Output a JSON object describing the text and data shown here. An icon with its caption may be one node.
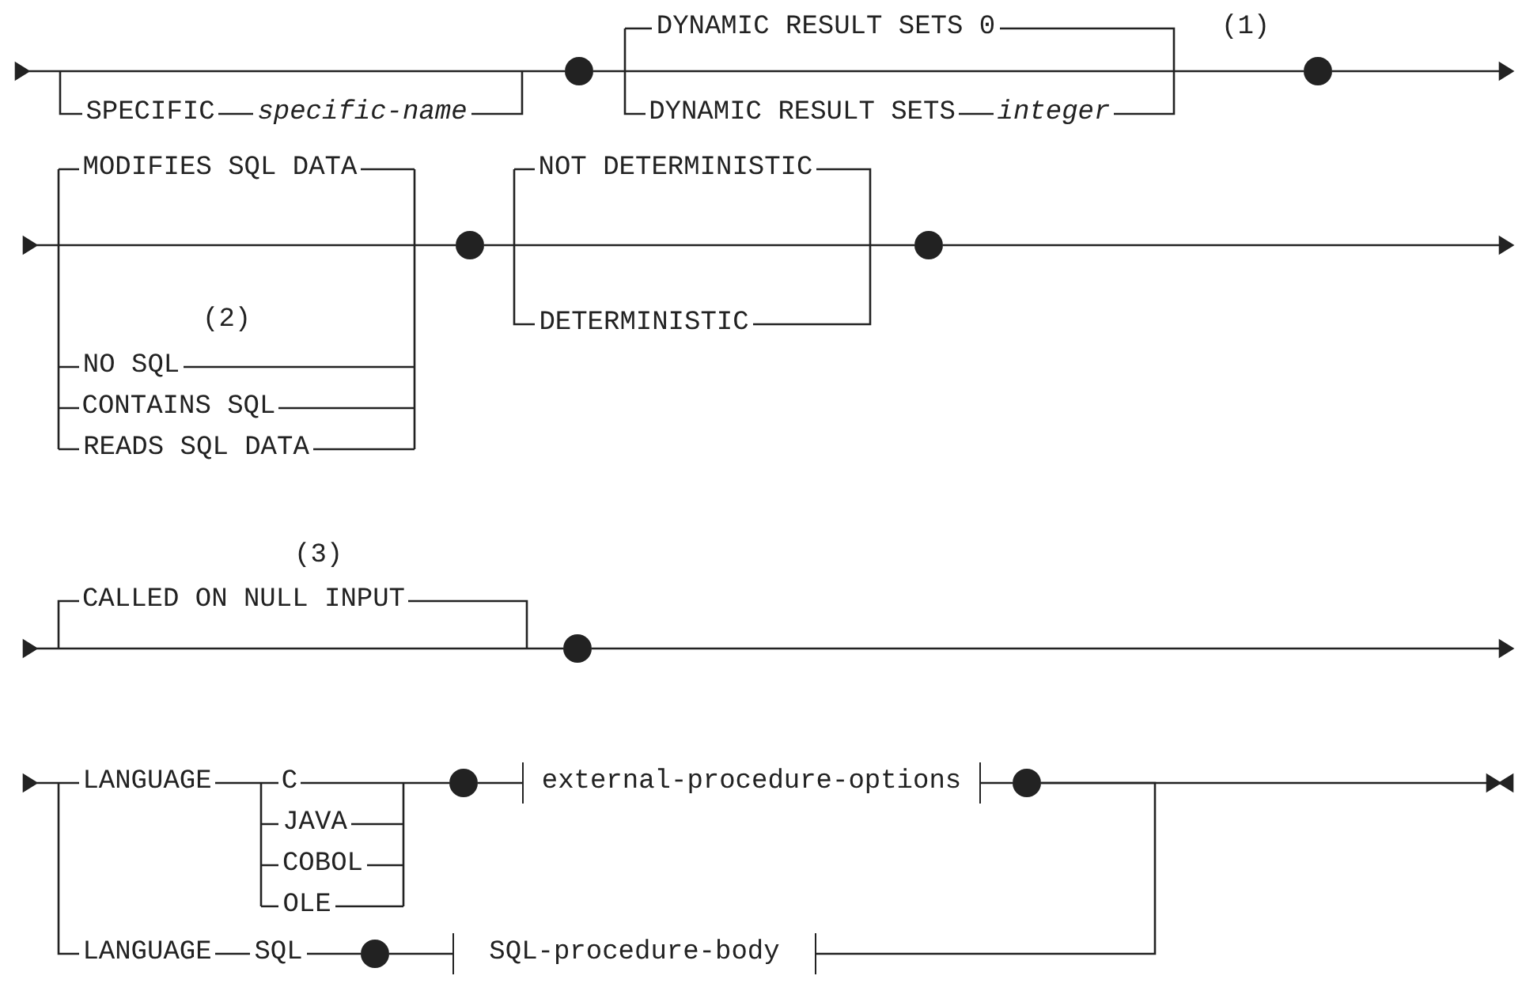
{
  "diagram": {
    "nodes": [
      {
        "text": [
          "SPECIFIC"
        ]
      },
      {
        "text": [
          "specific-name"
        ]
      },
      {
        "text": [],
        "shape": "circle"
      },
      {
        "text": [
          "DYNAMIC RESULT SETS 0"
        ]
      },
      {
        "text": [
          "DYNAMIC RESULT SETS"
        ]
      },
      {
        "text": [
          "integer"
        ]
      },
      {
        "text": [],
        "shape": "circle"
      },
      {
        "text": [
          "MODIFIES SQL DATA"
        ]
      },
      {
        "text": [
          "NO SQL"
        ]
      },
      {
        "text": [
          "CONTAINS SQL"
        ]
      },
      {
        "text": [
          "READS SQL DATA"
        ]
      },
      {
        "text": [],
        "shape": "circle"
      },
      {
        "text": [
          "NOT DETERMINISTIC"
        ]
      },
      {
        "text": [
          "DETERMINISTIC"
        ]
      },
      {
        "text": [],
        "shape": "circle"
      },
      {
        "text": [
          "CALLED ON NULL INPUT"
        ]
      },
      {
        "text": [],
        "shape": "circle"
      },
      {
        "text": [
          "LANGUAGE"
        ]
      },
      {
        "text": [
          "C"
        ]
      },
      {
        "text": [
          "JAVA"
        ]
      },
      {
        "text": [
          "COBOL"
        ]
      },
      {
        "text": [
          "OLE"
        ]
      },
      {
        "text": [],
        "shape": "circle"
      },
      {
        "text": [
          "external-procedure-options"
        ]
      },
      {
        "text": [],
        "shape": "circle"
      },
      {
        "text": [
          "LANGUAGE"
        ]
      },
      {
        "text": [
          "SQL"
        ]
      },
      {
        "text": [],
        "shape": "circle"
      },
      {
        "text": [
          "SQL-procedure-body"
        ]
      }
    ],
    "edges": [
      {
        "from": 0,
        "to": 1,
        "arrow": "none"
      },
      {
        "from": 4,
        "to": 5,
        "arrow": "none"
      },
      {
        "from": 17,
        "to": 18,
        "arrow": "none"
      },
      {
        "from": 22,
        "to": 23,
        "arrow": "none"
      },
      {
        "from": 23,
        "to": 24,
        "arrow": "none"
      },
      {
        "from": 25,
        "to": 26,
        "arrow": "none"
      },
      {
        "from": 26,
        "to": 27,
        "arrow": "none"
      },
      {
        "from": 27,
        "to": 28,
        "arrow": "none"
      },
      {
        "from": 28,
        "to": 24,
        "arrow": "none"
      }
    ],
    "labels": [
      "(1)",
      "(2)",
      "(3)"
    ]
  }
}
